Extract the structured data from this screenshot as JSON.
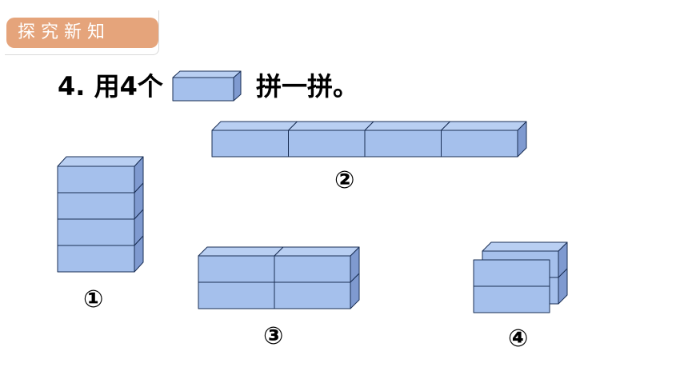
{
  "header": {
    "section_label": "探究新知"
  },
  "prompt": {
    "prefix": "4. 用4个",
    "suffix": "拼一拼。"
  },
  "arrangements": [
    {
      "label": "①",
      "layout": "vertical stack",
      "columns": 1,
      "rows": 4
    },
    {
      "label": "②",
      "layout": "horizontal row",
      "columns": 4,
      "rows": 1
    },
    {
      "label": "③",
      "layout": "two-by-two side by side",
      "columns": 2,
      "rows": 2
    },
    {
      "label": "④",
      "layout": "two-by-two stacked in depth",
      "columns": 1,
      "rows": 2
    }
  ],
  "colors": {
    "tab": "#e5a47b",
    "block_front": "#a5c0ec",
    "block_top": "#b9cff2",
    "block_side": "#7f9ad0",
    "outline": "#1a2f55"
  }
}
